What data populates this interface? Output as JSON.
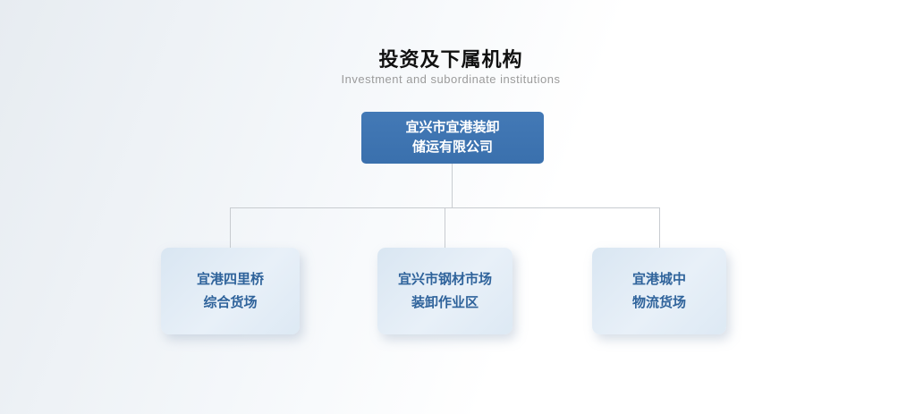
{
  "header": {
    "title": "投资及下属机构",
    "subtitle": "Investment and subordinate institutions"
  },
  "org_chart": {
    "root": {
      "label": "宜兴市宜港装卸\n储运有限公司"
    },
    "children": [
      {
        "label": "宜港四里桥\n综合货场"
      },
      {
        "label": "宜兴市钢材市场\n装卸作业区"
      },
      {
        "label": "宜港城中\n物流货场"
      }
    ]
  },
  "colors": {
    "root_box_bg": "#3c74b2",
    "root_box_text": "#ffffff",
    "child_box_bg": "#dde9f4",
    "child_box_text": "#2f639b",
    "connector_line": "#c8ccd0",
    "title_text": "#111111",
    "subtitle_text": "#9b9b9b"
  }
}
